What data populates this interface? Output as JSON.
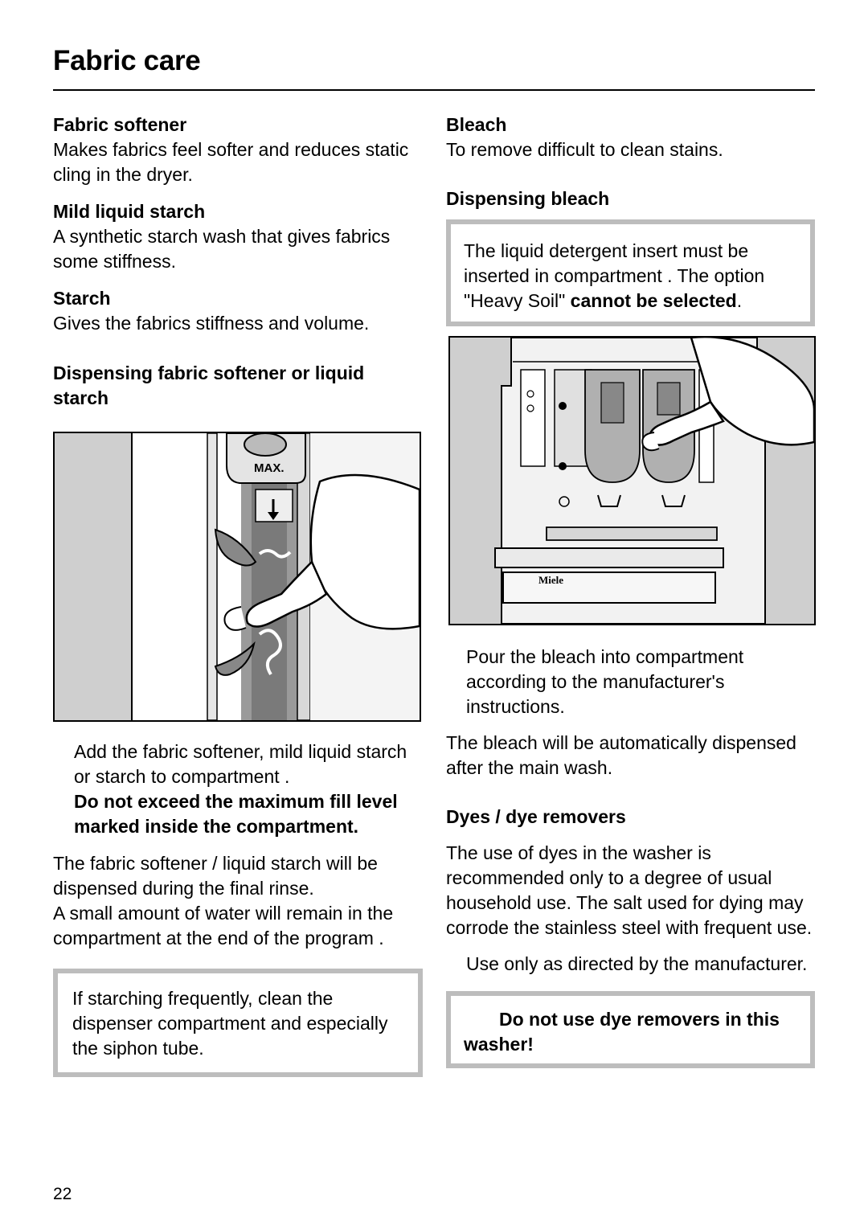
{
  "page": {
    "title": "Fabric care",
    "page_number": "22"
  },
  "left": {
    "fabric_softener": {
      "heading": "Fabric softener",
      "text": "Makes fabrics feel softer and reduces static cling in the dryer."
    },
    "mild_liquid_starch": {
      "heading": "Mild liquid starch",
      "text": "A synthetic starch wash that gives fabrics some stiffness."
    },
    "starch": {
      "heading": "Starch",
      "text": "Gives the fabrics stiffness and volume."
    },
    "dispensing": {
      "heading": "Dispensing fabric softener or liquid starch"
    },
    "figure": {
      "max_label": "MAX."
    },
    "step": {
      "text": "Add the fabric softener, mild liquid starch or starch to compartment    .",
      "warning": "Do not exceed the maximum fill level marked inside the compartment."
    },
    "after": {
      "line1": "The fabric softener / liquid starch will be dispensed during the final rinse.",
      "line2": "A small amount of water will remain in the compartment at the end of the program    ."
    },
    "note": {
      "text": "If starching frequently, clean the dispenser compartment and especially the siphon tube."
    }
  },
  "right": {
    "bleach": {
      "heading": "Bleach",
      "text": "To remove difficult to clean stains."
    },
    "dispensing_bleach": {
      "heading": "Dispensing bleach"
    },
    "note": {
      "text_before": "The liquid detergent insert must be inserted in compartment     . The option \"Heavy Soil\" ",
      "text_bold": "cannot be selected",
      "text_after": "."
    },
    "figure": {
      "brand": "Miele"
    },
    "step": {
      "text": "Pour the bleach into compartment according to the manufacturer's instructions."
    },
    "auto": {
      "text": "The bleach will be automatically dispensed after the main wash."
    },
    "dyes": {
      "heading": "Dyes / dye removers",
      "text": "The use of dyes in the washer is recommended only to a degree of usual household use. The salt used for dying may corrode the stainless steel with frequent use.",
      "step": "Use only as directed by the manufacturer.",
      "warning": "Do not use dye removers in this washer!"
    }
  }
}
